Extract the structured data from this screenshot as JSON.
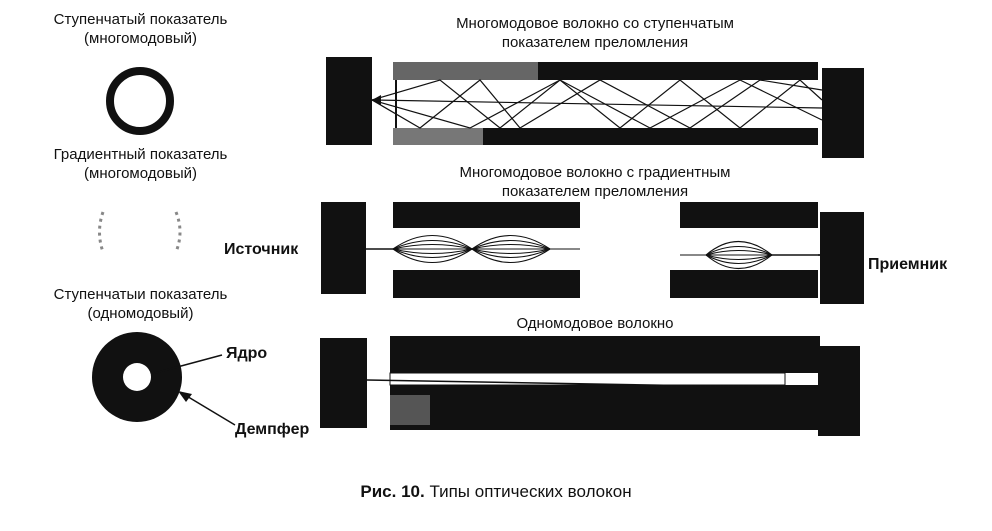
{
  "left_panel": {
    "step_multimode_title_1": "Ступенчатый показатель",
    "step_multimode_title_2": "(многомодовый)",
    "graded_title_1": "Градиентный показатель",
    "graded_title_2": "(многомодовый)",
    "step_singlemode_title_1": "Ступенчатыи показатель",
    "step_singlemode_title_2": "(одномодовый)",
    "core_label": "Ядро",
    "cladding_label": "Демпфер"
  },
  "fibers": {
    "multimode_step_title_1": "Многомодовое волокно со ступенчатым",
    "multimode_step_title_2": "показателем преломления",
    "multimode_graded_title_1": "Многомодовое волокно с градиентным",
    "multimode_graded_title_2": "показателем преломления",
    "singlemode_title": "Одномодовое волокно"
  },
  "endpoints": {
    "source_label": "Источник",
    "receiver_label": "Приемник"
  },
  "caption": {
    "figure_number": "Рис. 10.",
    "figure_text": "Типы оптических волокон"
  },
  "colors": {
    "ink": "#111111",
    "paper": "#ffffff",
    "gray": "#777777"
  }
}
